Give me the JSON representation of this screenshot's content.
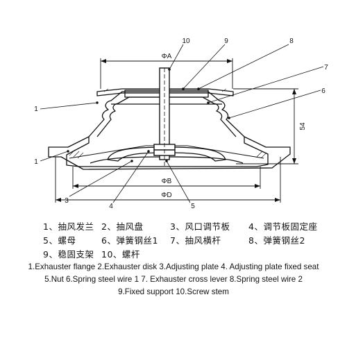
{
  "dimensions": {
    "top_width": "ΦA",
    "mid_width": "ΦB",
    "bottom_width": "ΦD",
    "height": "54"
  },
  "callouts": [
    "1",
    "1",
    "3",
    "4",
    "5",
    "6",
    "7",
    "8",
    "9",
    "10"
  ],
  "legend_cn": [
    [
      "1、抽风发兰",
      "2、抽风盘",
      "3、风口调节板",
      "4、调节板固定座"
    ],
    [
      "5、螺母",
      "6、弹簧钢丝1",
      "7、抽风横杆",
      "8、弹簧钢丝2"
    ],
    [
      "9、稳固支架",
      "10、螺杆"
    ]
  ],
  "legend_en": [
    "1.Exhauster flange 2.Exhauster disk 3.Adjusting plate 4. Adjusting plate fixed seat",
    "5.Nut  6.Spring steel wire 1  7. Exhauster cross lever  8.Spring steel wire 2",
    "9.Fixed support  10.Screw stem"
  ]
}
